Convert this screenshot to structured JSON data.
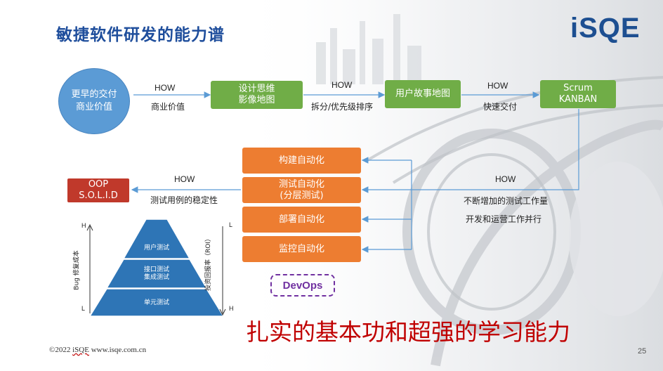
{
  "title": "敏捷软件研发的能力谱",
  "logo": "iSQE",
  "flow": {
    "start_circle": {
      "line1": "更早的交付",
      "line2": "商业价值"
    },
    "how1": {
      "how": "HOW",
      "label": "商业价值"
    },
    "box1": {
      "line1": "设计思维",
      "line2": "影像地图"
    },
    "how2": {
      "how": "HOW",
      "label": "拆分/优先级排序"
    },
    "box2": {
      "label": "用户故事地图"
    },
    "how3": {
      "how": "HOW",
      "label": "快速交付"
    },
    "box3": {
      "line1": "Scrum",
      "line2": "KANBAN"
    }
  },
  "automation": {
    "build": "构建自动化",
    "test_line1": "测试自动化",
    "test_line2": "(分层测试)",
    "deploy": "部署自动化",
    "monitor": "监控自动化"
  },
  "right_how": {
    "how": "HOW",
    "note1": "不断增加的测试工作量",
    "note2": "开发和运营工作并行"
  },
  "left_how": {
    "how": "HOW",
    "label": "测试用例的稳定性"
  },
  "oop": {
    "line1": "OOP",
    "line2": "S.O.L.I.D"
  },
  "pyramid": {
    "top": "用户测试",
    "mid_line1": "接口测试",
    "mid_line2": "集成测试",
    "bottom": "单元测试",
    "left_axis": {
      "top": "H",
      "bottom": "L",
      "label": "Bug 修复成本"
    },
    "right_axis": {
      "top": "L",
      "bottom": "H",
      "label": "投资回报率（ROI）"
    }
  },
  "devops": "DevOps",
  "slogan": "扎实的基本功和超强的学习能力",
  "footer": {
    "copyright": "©2022",
    "brand": "iSQE",
    "url": "www.isqe.com.cn"
  },
  "page_number": "25",
  "colors": {
    "title": "#1f4e9c",
    "green": "#70ad47",
    "orange": "#ed7d31",
    "red": "#c0392b",
    "circle": "#5b9bd5",
    "devops": "#7030a0",
    "slogan": "#c00000"
  }
}
